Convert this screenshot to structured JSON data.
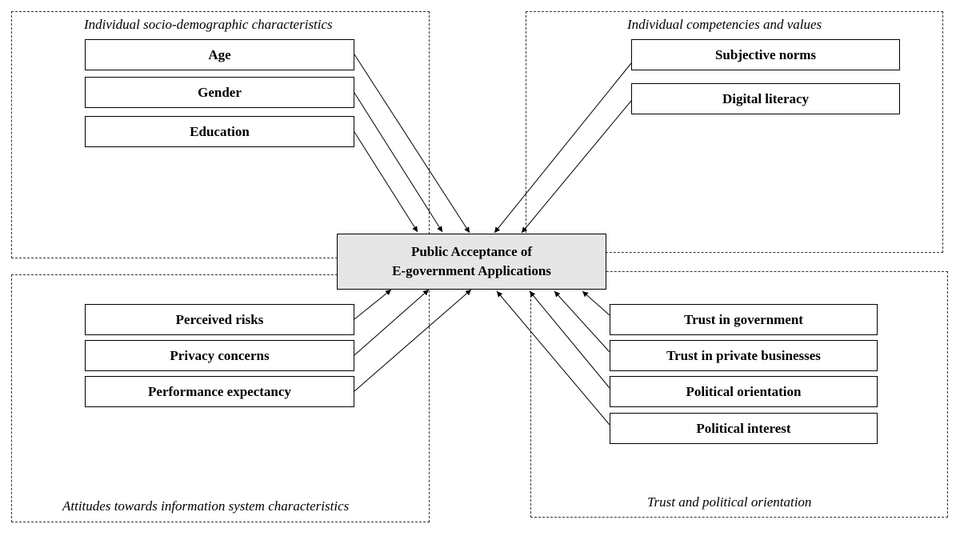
{
  "groups": {
    "socio": {
      "title": "Individual socio-demographic characteristics"
    },
    "competencies": {
      "title": "Individual competencies and values"
    },
    "attitudes": {
      "title": "Attitudes towards information system characteristics"
    },
    "trust": {
      "title": "Trust and political orientation"
    }
  },
  "factors": {
    "age": "Age",
    "gender": "Gender",
    "education": "Education",
    "subjective_norms": "Subjective norms",
    "digital_literacy": "Digital literacy",
    "perceived_risks": "Perceived risks",
    "privacy_concerns": "Privacy concerns",
    "performance_expectancy": "Performance expectancy",
    "trust_government": "Trust in government",
    "trust_private": "Trust in private businesses",
    "political_orientation": "Political orientation",
    "political_interest": "Political interest"
  },
  "center": {
    "line1": "Public Acceptance of",
    "line2": "E-government Applications"
  },
  "colors": {
    "line": "#000000",
    "center_fill": "#e6e6e6",
    "dashed_border": "#333333"
  }
}
